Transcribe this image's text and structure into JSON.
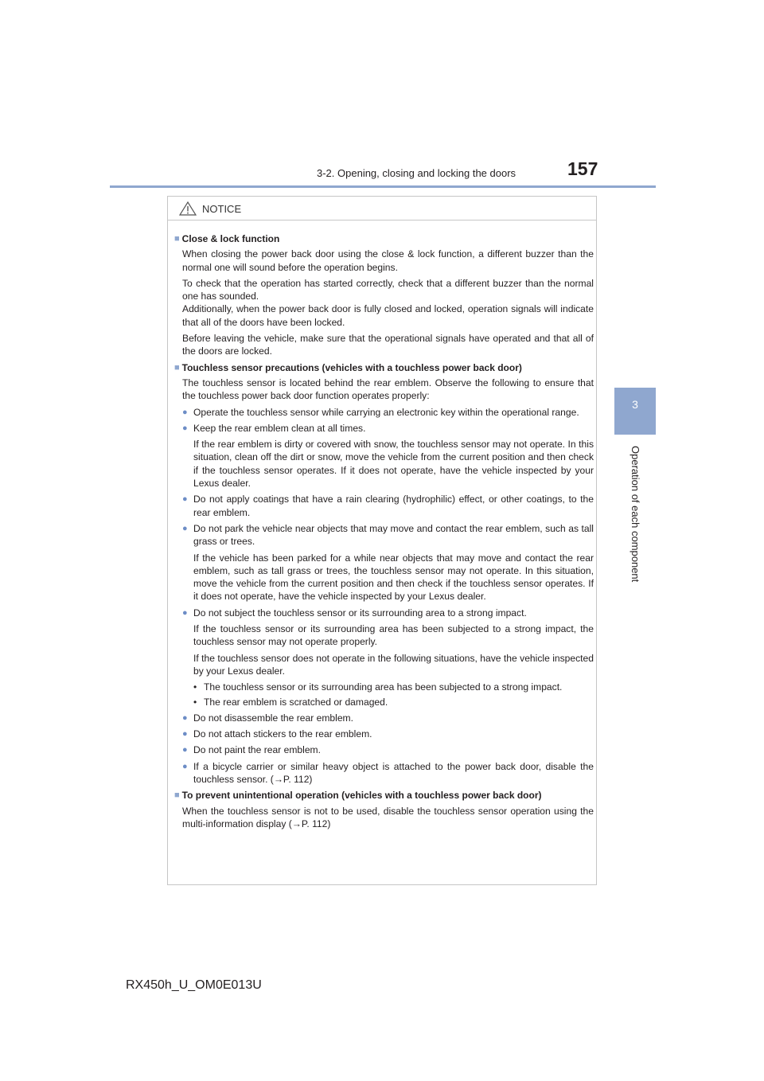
{
  "header": {
    "section_title": "3-2. Opening, closing and locking the doors",
    "page_number": "157"
  },
  "side_tab": {
    "number": "3",
    "label": "Operation of each component"
  },
  "notice": {
    "title": "NOTICE",
    "close_lock": {
      "heading": "Close & lock function",
      "p1": "When closing the power back door using the close & lock function, a different buzzer than the normal one will sound before the operation begins.",
      "p2": "To check that the operation has started correctly, check that a different buzzer than the normal one has sounded.",
      "p3": "Additionally, when the power back door is fully closed and locked, operation signals will indicate that all of the doors have been locked.",
      "p4": "Before leaving the vehicle, make sure that the operational signals have operated and that all of the doors are locked."
    },
    "touchless": {
      "heading": "Touchless sensor precautions (vehicles with a touchless power back door)",
      "intro": "The touchless sensor is located behind the rear emblem. Observe the following to ensure that the touchless power back door function operates properly:",
      "b1": "Operate the touchless sensor while carrying an electronic key within the operational range.",
      "b2": "Keep the rear emblem clean at all times.",
      "b2_sub": "If the rear emblem is dirty or covered with snow, the touchless sensor may not operate. In this situation, clean off the dirt or snow, move the vehicle from the current position and then check if the touchless sensor operates. If it does not operate, have the vehicle inspected by your Lexus dealer.",
      "b3": "Do not apply coatings that have a rain clearing (hydrophilic) effect, or other coatings, to the rear emblem.",
      "b4": "Do not park the vehicle near objects that may move and contact the rear emblem, such as tall grass or trees.",
      "b4_sub": "If the vehicle has been parked for a while near objects that may move and contact the rear emblem, such as tall grass or trees, the touchless sensor may not operate. In this situation, move the vehicle from the current position and then check if the touchless sensor operates. If it does not operate, have the vehicle inspected by your Lexus dealer.",
      "b5": "Do not subject the touchless sensor or its surrounding area to a strong impact.",
      "b5_sub1": "If the touchless sensor or its surrounding area has been subjected to a strong impact, the touchless sensor may not operate properly.",
      "b5_sub2": "If the touchless sensor does not operate in the following situations, have the vehicle inspected by your Lexus dealer.",
      "b5_d1": "The touchless sensor or its surrounding area has been subjected to a strong impact.",
      "b5_d2": "The rear emblem is scratched or damaged.",
      "b6": "Do not disassemble the rear emblem.",
      "b7": "Do not attach stickers to the rear emblem.",
      "b8": "Do not paint the rear emblem.",
      "b9": "If a bicycle carrier or similar heavy object is attached to the power back door, disable the touchless sensor. (→P. 112)"
    },
    "prevent": {
      "heading": "To prevent unintentional operation (vehicles with a touchless power back door)",
      "p1": "When the touchless sensor is not to be used, disable the touchless sensor operation using the multi-information display (→P. 112)"
    }
  },
  "footer": {
    "code": "RX450h_U_OM0E013U"
  }
}
